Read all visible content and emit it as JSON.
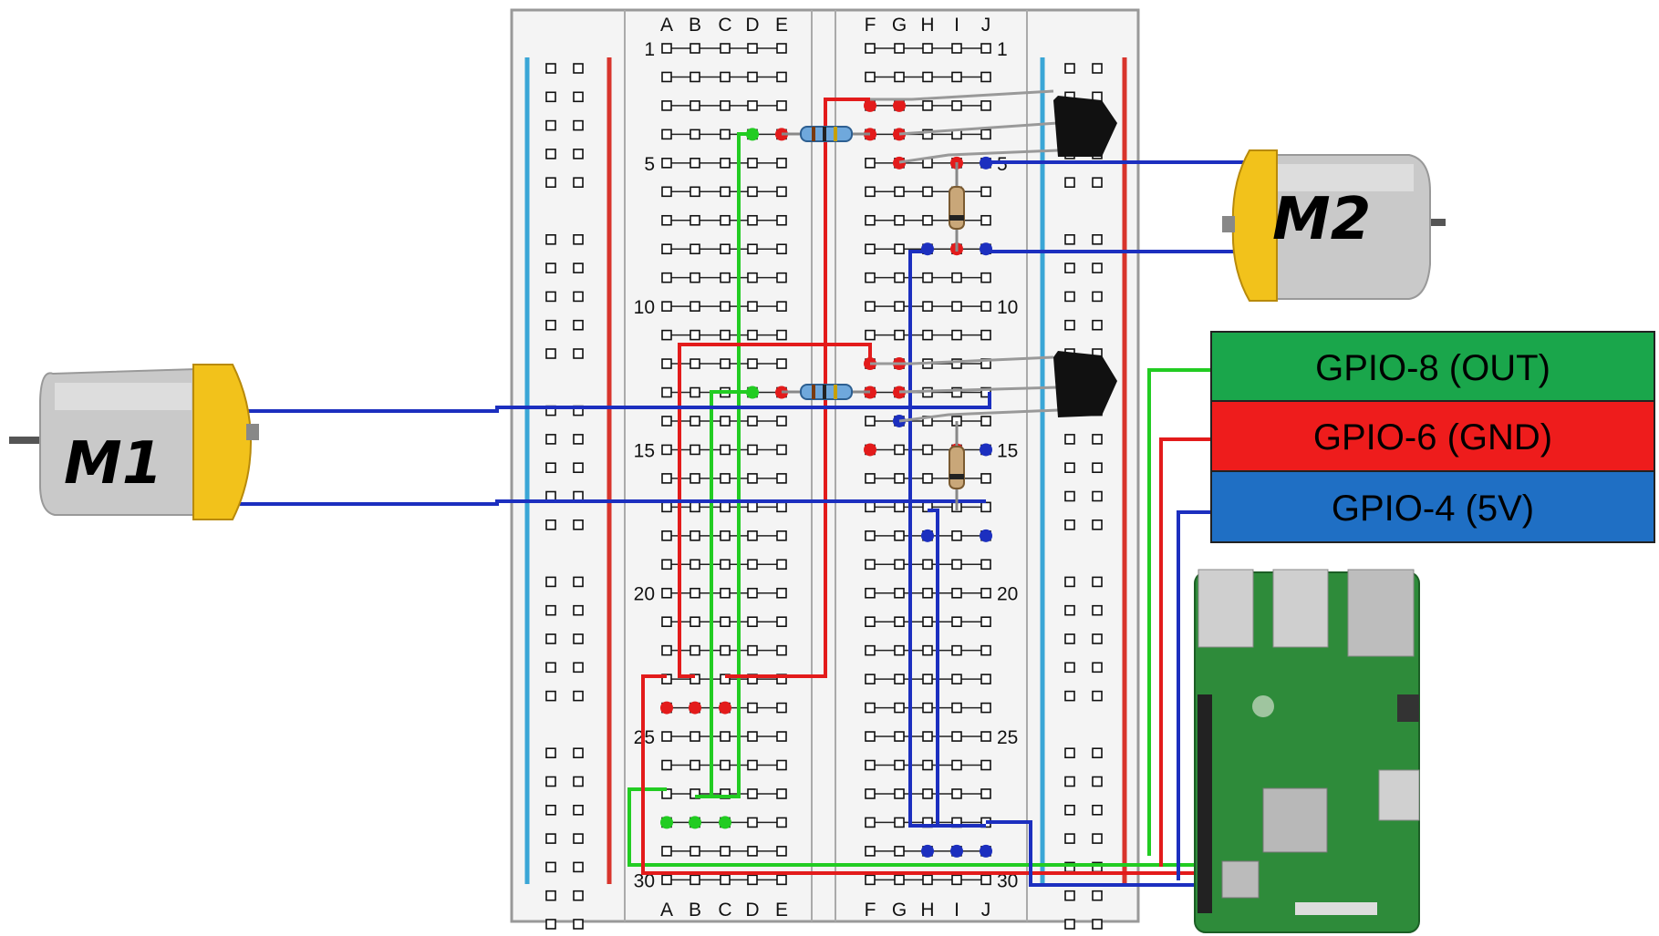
{
  "breadboard": {
    "column_letters_left": [
      "A",
      "B",
      "C",
      "D",
      "E"
    ],
    "column_letters_right": [
      "F",
      "G",
      "H",
      "I",
      "J"
    ],
    "row_numbers_left": [
      "1",
      "5",
      "10",
      "15",
      "20",
      "25",
      "30"
    ],
    "row_numbers_right": [
      "1",
      "5",
      "10",
      "15",
      "20",
      "25",
      "30"
    ],
    "rows": 30
  },
  "motors": {
    "m1": "M1",
    "m2": "M2"
  },
  "legend": {
    "gpio8": {
      "label": "GPIO-8 (OUT)",
      "color": "#1aa64b"
    },
    "gpio6": {
      "label": "GPIO-6 (GND)",
      "color": "#ee1c1c"
    },
    "gpio4": {
      "label": "GPIO-4 (5V)",
      "color": "#1f6fc4"
    }
  },
  "colors": {
    "wire_green": "#22cc22",
    "wire_red": "#e31b1b",
    "wire_blue": "#1c2fbf",
    "rail_blue": "#3aa6d6",
    "rail_red": "#d8342c",
    "pi_board": "#2e8b3a"
  }
}
